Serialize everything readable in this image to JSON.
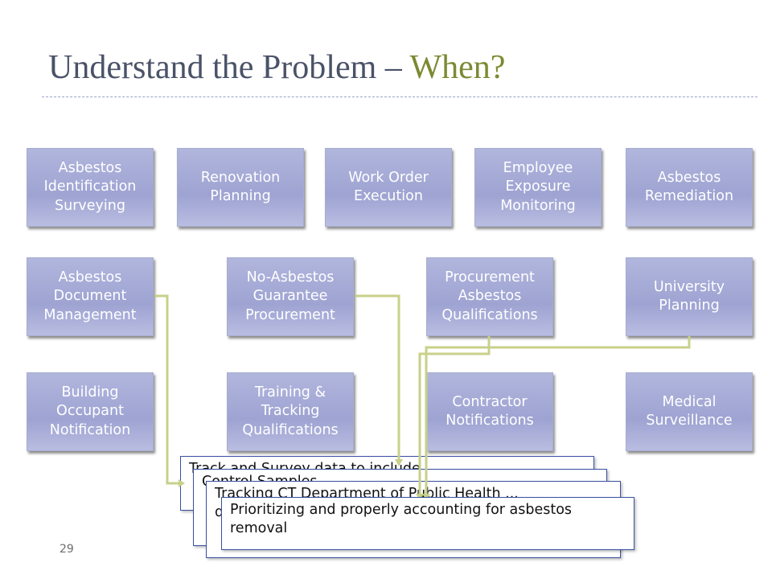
{
  "slide": {
    "title_main": "Understand the Problem – ",
    "title_accent": "When?",
    "page_number": "29",
    "colors": {
      "title": "#4a5268",
      "accent": "#7b8a32",
      "box": "#a5aad5",
      "connector": "#c8d08a",
      "note_border": "#3850a0"
    }
  },
  "boxes": [
    {
      "label": "Asbestos Identification Surveying"
    },
    {
      "label": "Renovation Planning"
    },
    {
      "label": "Work Order Execution"
    },
    {
      "label": "Employee Exposure Monitoring"
    },
    {
      "label": "Asbestos Remediation"
    },
    {
      "label": "Asbestos Document Management"
    },
    {
      "label": "No-Asbestos Guarantee Procurement"
    },
    {
      "label": "Procurement Asbestos Qualifications"
    },
    {
      "label": "University Planning"
    },
    {
      "label": "Building Occupant Notification"
    },
    {
      "label": "Training & Tracking Qualifications"
    },
    {
      "label": "Contractor Notifications"
    },
    {
      "label": "Medical Surveillance"
    }
  ],
  "notes": [
    {
      "text": "Track and Survey data to include..."
    },
    {
      "text": "Control Samples..."
    },
    {
      "text": "Tracking CT Department of Public Health ... qualifications"
    },
    {
      "text": "Prioritizing and properly accounting for asbestos removal"
    }
  ]
}
